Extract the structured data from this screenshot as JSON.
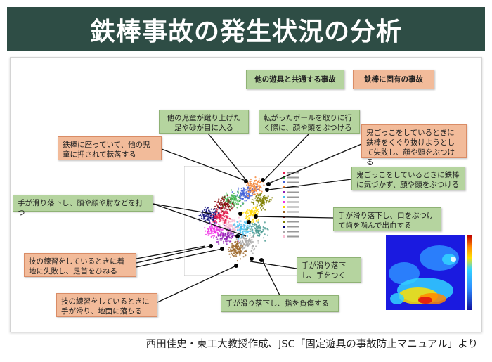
{
  "header": {
    "title": "鉄棒事故の発生状況の分析"
  },
  "legend": {
    "common": "他の遊具と共通する事故",
    "specific": "鉄棒に固有の事故"
  },
  "labels": [
    {
      "id": "l1",
      "type": "orange",
      "text": "鉄棒に座っていて、他の児童に押されて転落する"
    },
    {
      "id": "l2",
      "type": "green",
      "text": "他の児童が蹴り上げた足や砂が目に入る"
    },
    {
      "id": "l3",
      "type": "green",
      "text": "転がったボールを取りに行く際に、顔や頭をぶつける"
    },
    {
      "id": "l4",
      "type": "orange",
      "text": "鬼ごっこをしているときに鉄棒をくぐり抜けようとして失敗し、顔や頭をぶつける"
    },
    {
      "id": "l5",
      "type": "green",
      "text": "鬼ごっこをしているときに鉄棒に気づかず、顔や頭をぶつける"
    },
    {
      "id": "l6",
      "type": "green",
      "text": "手が滑り落下し、頭や顔や肘などを打つ"
    },
    {
      "id": "l7",
      "type": "green",
      "text": "手が滑り落下し、口をぶつけて歯を噛んで出血する"
    },
    {
      "id": "l8",
      "type": "orange",
      "text": "技の練習をしているときに着地に失敗し、足首をひねる"
    },
    {
      "id": "l9",
      "type": "green",
      "text": "手が滑り落下し、手をつく"
    },
    {
      "id": "l10",
      "type": "orange",
      "text": "技の練習をしているときに手が滑り、地面に落ちる"
    },
    {
      "id": "l11",
      "type": "green",
      "text": "手が滑り落下し、指を負傷する"
    }
  ],
  "colors": {
    "header_bg": "#2e4d45",
    "green_box": "#b5d49f",
    "orange_box": "#f2bb9a",
    "cluster_colors": [
      "#e6194b",
      "#3cb44b",
      "#4363d8",
      "#f58231",
      "#911eb4",
      "#46c0f0",
      "#f032e6",
      "#ffd700",
      "#9a6324",
      "#800000",
      "#808000",
      "#000075",
      "#aaaaaa",
      "#fabed4",
      "#469990"
    ]
  },
  "credit": "西田佳史・東工大教授作成、JSC「固定遊具の事故防止マニュアル」より"
}
